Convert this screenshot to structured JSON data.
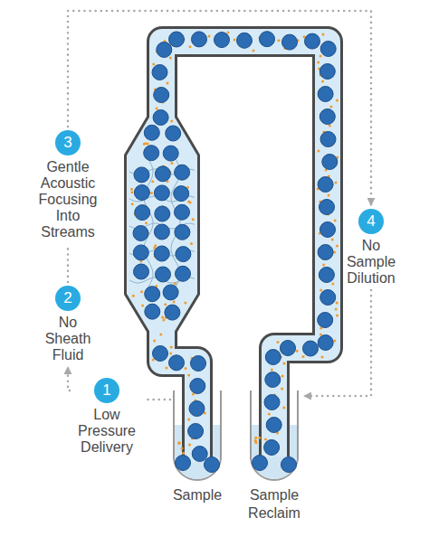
{
  "diagram": {
    "nodes": [
      {
        "text": [
          "1",
          "Low Pressure Delivery"
        ]
      },
      {
        "text": [
          "2",
          "No Sheath Fluid"
        ]
      },
      {
        "text": [
          "3",
          "Gentle Acoustic Focusing Into Streams"
        ]
      },
      {
        "text": [
          "4",
          "No Sample Dilution"
        ]
      }
    ],
    "edges": [
      {
        "from": 0,
        "to": 1,
        "arrow": "to"
      },
      {
        "from": 1,
        "to": 2,
        "arrow": "none"
      },
      {
        "from": 2,
        "to": 3,
        "arrow": "to"
      }
    ],
    "labels": [
      "Sample",
      "Sample Reclaim"
    ]
  }
}
